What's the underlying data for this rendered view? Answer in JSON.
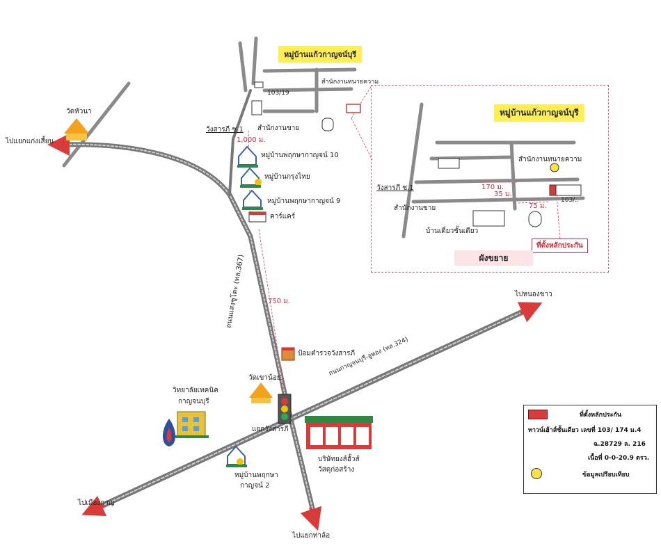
{
  "colors": {
    "road": "#808080",
    "arrow": "#d93a3a",
    "banner": "#ffee55",
    "dash": "#e06070",
    "landmark_blue": "#3a5fae"
  },
  "map": {
    "village_banner": "หมู่บ้านแก้วกาญจน์บุรี",
    "office_top": "สำนักงานทนายความ",
    "house_no_top": "103/19",
    "wat_hua_na": "วัดหัวนา",
    "to_kaeng_sian": "ไปแยกแก่งเสี้ยน",
    "wang_sarapi_top": "วังสารภี ซ.1",
    "sales_office_top": "สำนักงานขาย",
    "dist_1000": "1,000 ม.",
    "village_10": "หมู่บ้านพฤกษากาญจน์ 10",
    "village_krungthai": "หมู่บ้านกรุงไทย",
    "village_9": "หมู่บ้านพฤกษากาญจน์ 9",
    "carcare": "คาร์แคร์",
    "road_367": "ถนนแสงชูโตะ (ทล.367)",
    "dist_750": "750 ม.",
    "police": "ป้อมตำรวจวังสารภี",
    "to_nong_khao": "ไปหนองขาว",
    "road_324": "ถนนกาญจนบุรี-อู่ทอง (ทล.324)",
    "wat_khao_noi": "วัดเขาน้อย",
    "college_1": "วิทยาลัยเทคนิค",
    "college_2": "กาญจนบุรี",
    "junction": "แยกวังสารภี",
    "company_1": "บริษัทยงส์ฮั้วส์",
    "company_2": "วัสดุก่อสร้าง",
    "village_2a": "หมู่บ้านพฤกษา",
    "village_2b": "กาญจน์ 2",
    "to_mueang": "ไปเมืองกาญ",
    "to_tha_lo": "ไปแยกท่าล้อ"
  },
  "inset": {
    "banner": "หมู่บ้านแก้วกาญจน์บุรี",
    "office": "สำนักงานทนายความ",
    "wang_sarapi": "วังสารภี ซ.1",
    "d170": "170 ม.",
    "d35": "35 ม.",
    "d75": "75 ม.",
    "house_no": "103/..",
    "sales_office": "สำนักงานขาย",
    "single_house": "บ้านเดี่ยวชั้นเดียว",
    "callout": "ที่ตั้งหลักประกัน",
    "zoom_label": "ผังขยาย"
  },
  "legend": {
    "title": "ที่ตั้งหลักประกัน",
    "line1": "ทาวน์เฮ้าส์ชั้นเดียว เลขที่ 103/ 174 ม.4",
    "line2": "ฉ.28729 ล. 216",
    "line3": "เนื้อที่ 0-0-20.9 ตรว.",
    "compare": "ข้อมูลเปรียบเทียบ"
  }
}
